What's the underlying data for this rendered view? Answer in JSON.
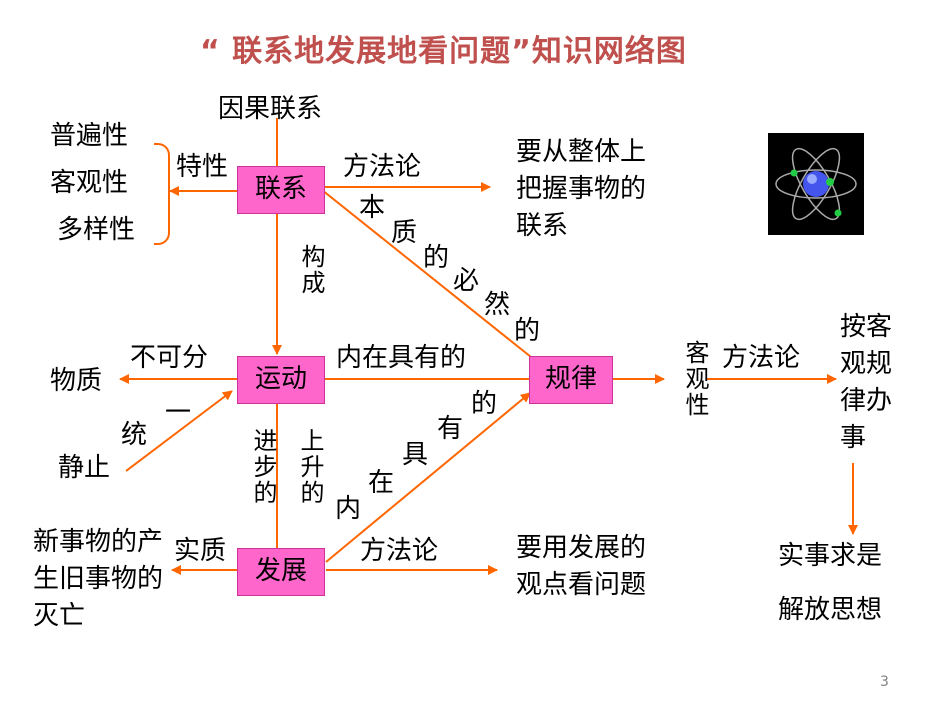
{
  "title": "“ 联系地发展地看问题”知识网络图",
  "colors": {
    "title": "#c0504d",
    "arrow": "#ff6600",
    "box": "#ff66cc"
  },
  "icons": {
    "top_right_image": "atom-icon"
  },
  "nodes": {
    "lianxi": "联系",
    "yundong": "运动",
    "fazhan": "发展",
    "guilv": "规律"
  },
  "lianxi_section": {
    "cause_effect": "因果联系",
    "traits": [
      "普遍性",
      "客观性",
      "多样性"
    ],
    "trait_label": "特性",
    "method_label": "方法论",
    "method_text": "要从整体上把握事物的联系"
  },
  "essence_label": [
    "本",
    "质",
    "的",
    "必",
    "然",
    "的"
  ],
  "constitute_label": "构成",
  "yundong_section": {
    "matter": "物质",
    "inseparable_label": "不可分",
    "tongyi": [
      "一",
      "统"
    ],
    "rest": "静止",
    "inherent_label": "内在具有的"
  },
  "fazhan_section": {
    "upward_label": "上升的",
    "progress_label": "进步的",
    "inner_label": [
      "的",
      "有",
      "具",
      "在",
      "内"
    ],
    "essence_label": "实质",
    "essence_text": "新事物的产生旧事物的灭亡",
    "method_label": "方法论",
    "method_text": "要用发展的观点看问题"
  },
  "guilv_section": {
    "objective_label": "客观性",
    "method_label": "方法论",
    "method_text": "按客观规律办事",
    "results": [
      "实事求是",
      "解放思想"
    ]
  },
  "page_number": "3"
}
